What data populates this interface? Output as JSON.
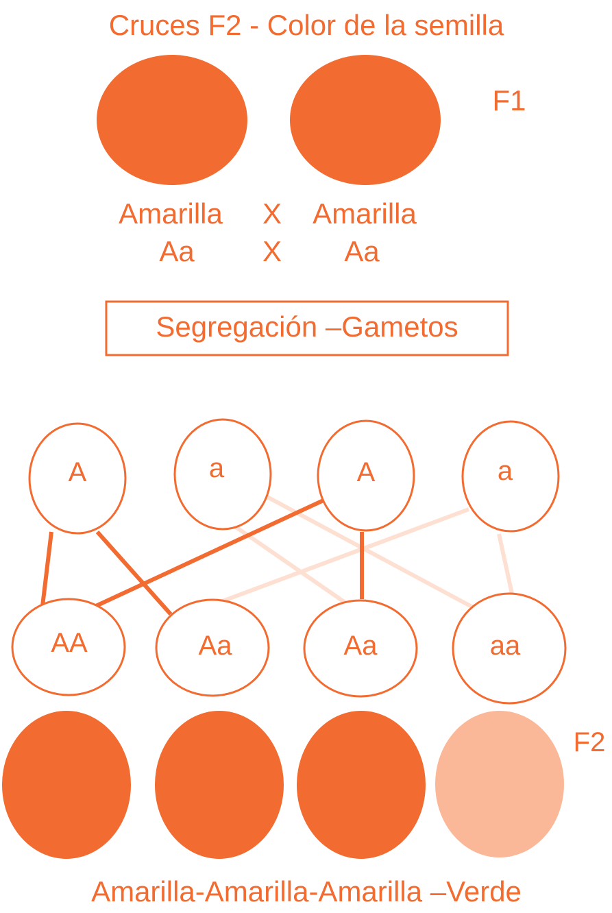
{
  "title": "Cruces F2 - Color de la semilla",
  "generation_f1_label": "F1",
  "generation_f2_label": "F2",
  "parents": {
    "left": {
      "phenotype": "Amarilla",
      "genotype": "Aa",
      "seed_color": "#f26b30"
    },
    "cross_symbol": "X",
    "right": {
      "phenotype": "Amarilla",
      "genotype": "Aa",
      "seed_color": "#f26b30"
    }
  },
  "segregation_box_label": "Segregación –Gametos",
  "gametes": [
    "A",
    "a",
    "A",
    "a"
  ],
  "offspring_genotypes": [
    "AA",
    "Aa",
    "Aa",
    "aa"
  ],
  "offspring_seed_colors": [
    "#f26b30",
    "#f26b30",
    "#f26b30",
    "#fbb898"
  ],
  "phenotype_summary": "Amarilla-Amarilla-Amarilla –Verde",
  "colors": {
    "primary": "#f26b30",
    "light": "#fbb898",
    "line_dominant": "#f26b30",
    "line_recessive": "#fde0d1",
    "background": "#ffffff"
  }
}
